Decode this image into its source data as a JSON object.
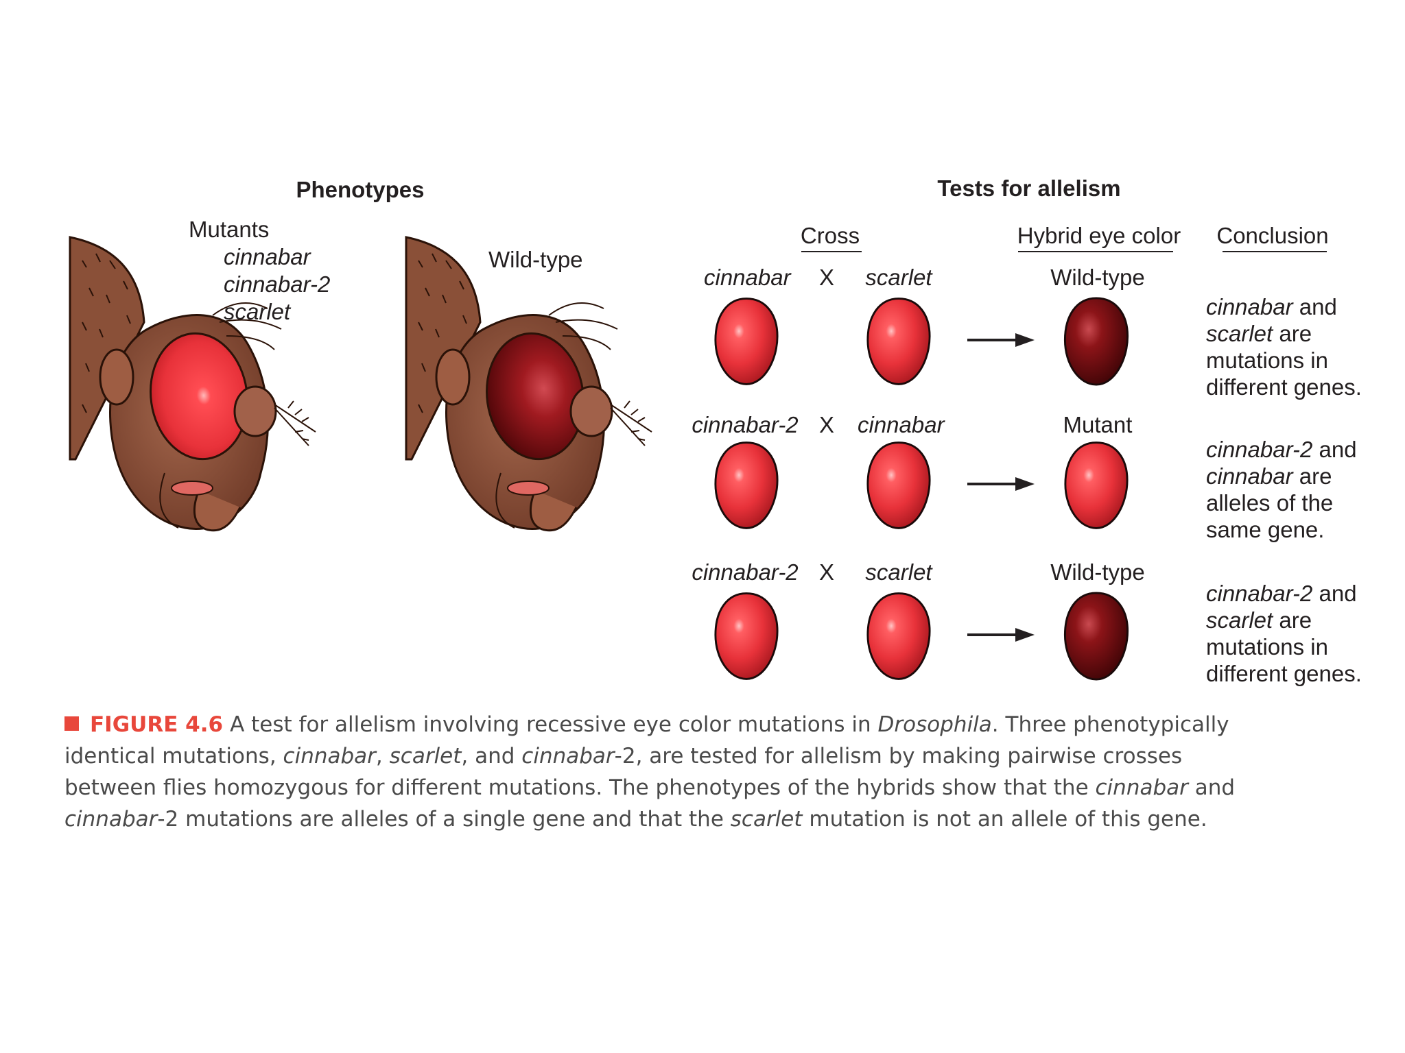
{
  "phenotypes": {
    "title": "Phenotypes",
    "mutants_label": "Mutants",
    "mutant_names": [
      "cinnabar",
      "cinnabar-2",
      "scarlet"
    ],
    "wildtype_label": "Wild-type"
  },
  "tests": {
    "title": "Tests for allelism",
    "col_cross": "Cross",
    "col_hybrid": "Hybrid eye color",
    "col_conclusion": "Conclusion",
    "cross_symbol": "X",
    "rows": [
      {
        "parent1": "cinnabar",
        "parent2": "scarlet",
        "hybrid": "Wild-type",
        "conclusion": [
          [
            "cinnabar",
            " and"
          ],
          [
            "scarlet",
            " are"
          ],
          [
            "",
            "mutations in"
          ],
          [
            "",
            "different genes."
          ]
        ]
      },
      {
        "parent1": "cinnabar-2",
        "parent2": "cinnabar",
        "hybrid": "Mutant",
        "conclusion": [
          [
            "cinnabar-2",
            " and"
          ],
          [
            "cinnabar",
            " are"
          ],
          [
            "",
            "alleles of the"
          ],
          [
            "",
            "same gene."
          ]
        ]
      },
      {
        "parent1": "cinnabar-2",
        "parent2": "scarlet",
        "hybrid": "Wild-type",
        "conclusion": [
          [
            "cinnabar-2",
            " and"
          ],
          [
            "scarlet",
            " are"
          ],
          [
            "",
            "mutations in"
          ],
          [
            "",
            "different genes."
          ]
        ]
      }
    ]
  },
  "caption": {
    "label": "FIGURE 4.6",
    "lines": [
      [
        [
          "A test for allelism involving recessive eye color mutations in ",
          false
        ],
        [
          "Drosophila",
          true
        ],
        [
          ". Three phenotypically",
          false
        ]
      ],
      [
        [
          "identical mutations, ",
          false
        ],
        [
          "cinnabar",
          true
        ],
        [
          ", ",
          false
        ],
        [
          "scarlet",
          true
        ],
        [
          ", and ",
          false
        ],
        [
          "cinnabar",
          true
        ],
        [
          "-2, are tested for allelism by making pairwise crosses",
          false
        ]
      ],
      [
        [
          "between flies homozygous for different mutations. The phenotypes of the hybrids show that the ",
          false
        ],
        [
          "cinnabar",
          true
        ],
        [
          " and",
          false
        ]
      ],
      [
        [
          "cinnabar",
          true
        ],
        [
          "-2 mutations are alleles of a single gene and that the ",
          false
        ],
        [
          "scarlet",
          true
        ],
        [
          " mutation is not an allele of this gene.",
          false
        ]
      ]
    ]
  },
  "colors": {
    "mutant_eye": "#e8323a",
    "wildtype_eye": "#8c1418",
    "fly_body": "#8a5038",
    "caption_accent": "#e8473b"
  }
}
